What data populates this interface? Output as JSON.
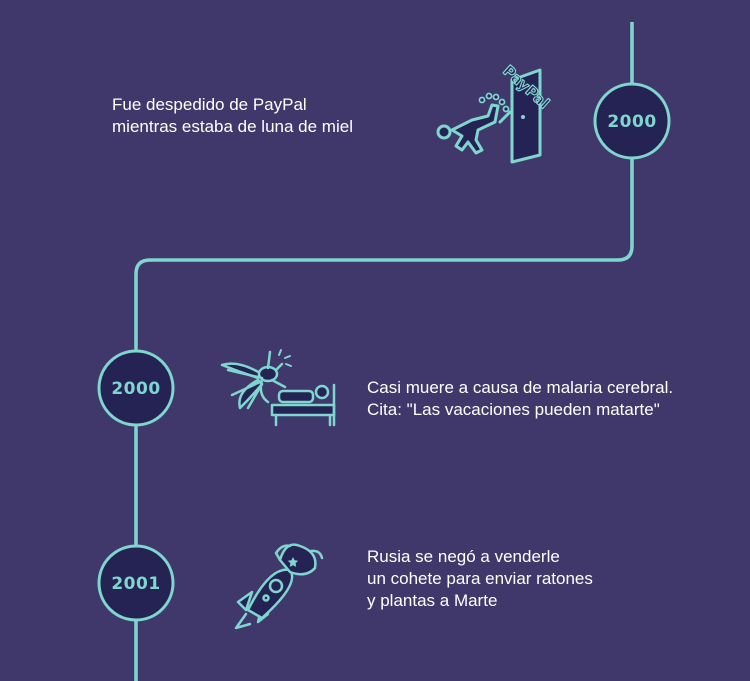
{
  "colors": {
    "background": "#40386a",
    "line": "#7fd6cf",
    "node_fill": "#252254",
    "text": "#ffffff"
  },
  "timeline": {
    "events": [
      {
        "year": "2000",
        "text": "Fue despedido de PayPal\nmientras estaba de luna de miel",
        "icon": "fired-from-paypal-icon",
        "icon_text": "PayPal"
      },
      {
        "year": "2000",
        "text": "Casi muere a causa de malaria cerebral.\nCita: \"Las vacaciones pueden matarte\"",
        "icon": "mosquito-bed-icon"
      },
      {
        "year": "2001",
        "text": "Rusia se negó a venderle\nun cohete para enviar ratones\ny plantas a Marte",
        "icon": "rocket-ushanka-icon"
      }
    ]
  }
}
